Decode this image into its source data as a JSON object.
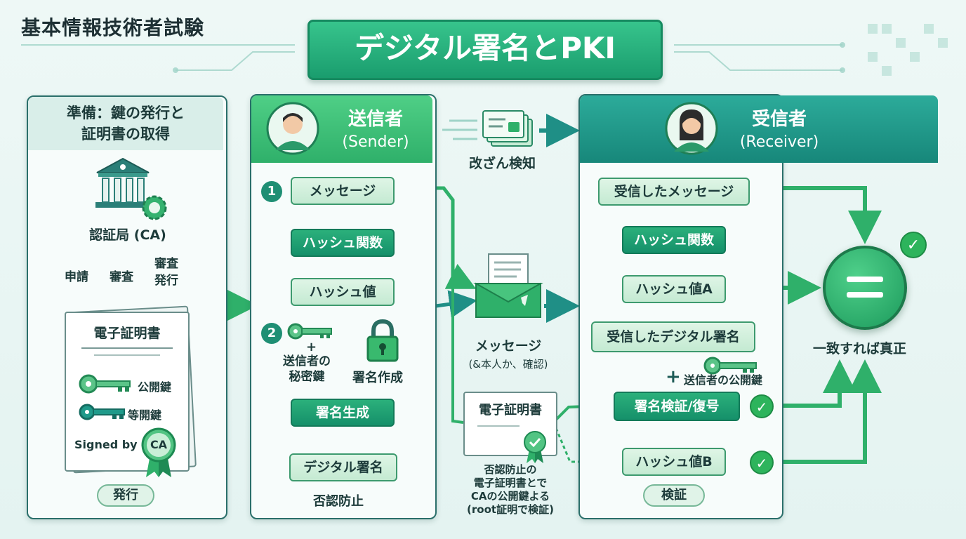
{
  "header": {
    "exam_title": "基本情報技術者試験",
    "main_title": "デジタル署名とPKI"
  },
  "prep": {
    "title_line1": "準備：鍵の発行と",
    "title_line2": "証明書の取得",
    "ca_label": "認証局 (CA)",
    "request_label": "申請",
    "review_label": "審査",
    "review_issue_line1": "審査",
    "review_issue_line2": "発行",
    "cert_title": "電子証明書",
    "public_key_label": "公開鍵",
    "secret_key_label": "等開鍵",
    "signed_by_label": "Signed by",
    "seal_text": "CA",
    "footer": "発行"
  },
  "sender": {
    "title": "送信者",
    "subtitle": "(Sender)",
    "step1_num": "1",
    "step2_num": "2",
    "message": "メッセージ",
    "hash_func": "ハッシュ関数",
    "hash_value": "ハッシュ値",
    "plus": "+",
    "private_key_line1": "送信者の",
    "private_key_line2": "秘密鍵",
    "sign_create": "署名作成",
    "sign_generate": "署名生成",
    "digital_signature": "デジタル署名",
    "footer": "否認防止"
  },
  "middle": {
    "tamper_label": "改ざん検知",
    "message_label": "メッセージ",
    "message_sub": "(&本人か、確認)",
    "cert_title": "電子証明書",
    "note_line1": "否認防止の",
    "note_line2": "電子証明書とで",
    "note_line3": "CAの公開鍵よる",
    "note_line4": "(root証明で検証)"
  },
  "receiver": {
    "title": "受信者",
    "subtitle": "(Receiver)",
    "received_message": "受信したメッセージ",
    "hash_func": "ハッシュ関数",
    "hash_value_a": "ハッシュ値A",
    "received_signature": "受信したデジタル署名",
    "plus": "+",
    "sender_public_key": "送信者の公開鍵",
    "verify_decrypt": "署名検証/復号",
    "hash_value_b": "ハッシュ値B",
    "footer": "検証",
    "equal_symbol": "=",
    "match_label": "一致すれば真正",
    "check_mark": "✓"
  },
  "colors": {
    "accent_green": "#2fb06a",
    "accent_teal": "#17877a",
    "check_green": "#2db45c"
  },
  "icons": [
    "bank-icon",
    "gear-badge-icon",
    "key-icon",
    "lock-icon",
    "avatar-male-icon",
    "avatar-female-icon",
    "envelope-icon",
    "document-icon",
    "seal-ribbon-icon",
    "check-icon",
    "equals-icon"
  ]
}
